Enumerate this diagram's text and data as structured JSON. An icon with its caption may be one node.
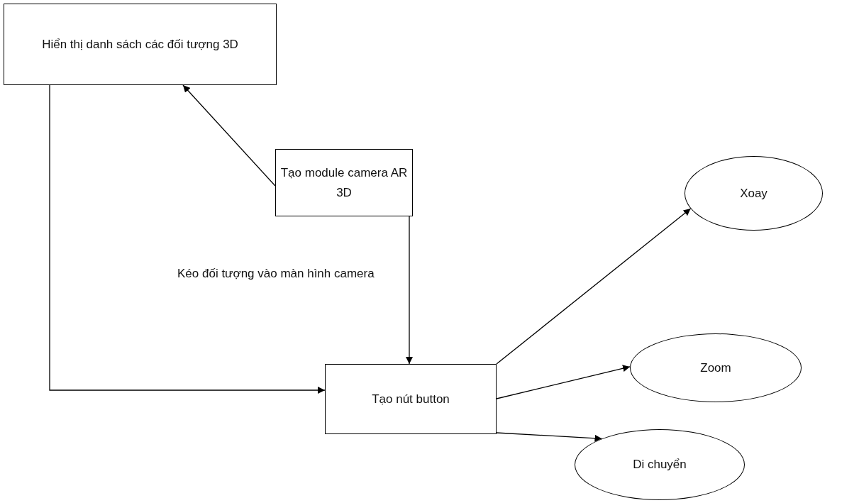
{
  "diagram": {
    "nodes": [
      {
        "text": [
          "Hiển thị danh sách các đối tượng 3D"
        ]
      },
      {
        "text": [
          "Tạo module camera AR 3D"
        ]
      },
      {
        "text": [
          "Tạo nút button"
        ]
      },
      {
        "text": [
          "Xoay"
        ]
      },
      {
        "text": [
          "Zoom"
        ]
      },
      {
        "text": [
          "Di chuyển"
        ]
      }
    ],
    "edges": [
      {
        "from": 1,
        "to": 0,
        "arrow": "to"
      },
      {
        "from": 1,
        "to": 2,
        "arrow": "to",
        "label": "Kéo đối tượng vào màn hình camera"
      },
      {
        "from": 0,
        "to": 2,
        "arrow": "to"
      },
      {
        "from": 2,
        "to": 3,
        "arrow": "to"
      },
      {
        "from": 2,
        "to": 4,
        "arrow": "to"
      },
      {
        "from": 2,
        "to": 5,
        "arrow": "to"
      }
    ]
  }
}
